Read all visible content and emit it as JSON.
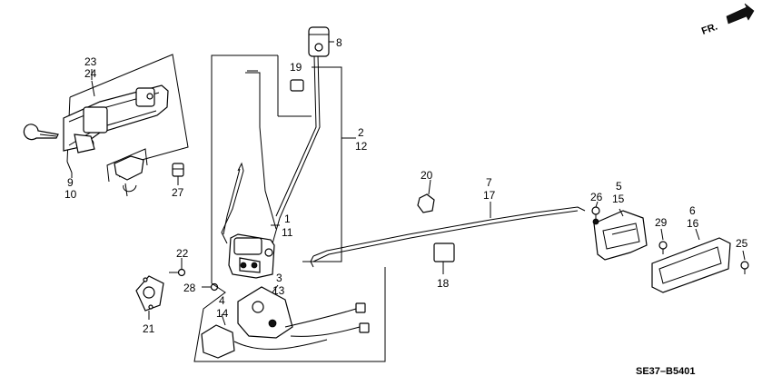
{
  "labels": {
    "l23": "23",
    "l24": "24",
    "l9": "9",
    "l10": "10",
    "l27": "27",
    "l19": "19",
    "l8": "8",
    "l2": "2",
    "l12": "12",
    "l1": "1",
    "l11": "11",
    "l20": "20",
    "l7": "7",
    "l17": "17",
    "l26": "26",
    "l5": "5",
    "l15": "15",
    "l6": "6",
    "l16": "16",
    "l29": "29",
    "l25": "25",
    "l22": "22",
    "l28": "28",
    "l3": "3",
    "l13": "13",
    "l4": "4",
    "l14": "14",
    "l21": "21",
    "l18": "18"
  },
  "direction_label": "FR.",
  "diagram_code": "SE37–B5401",
  "icons": [
    "front-direction-arrow-icon"
  ]
}
